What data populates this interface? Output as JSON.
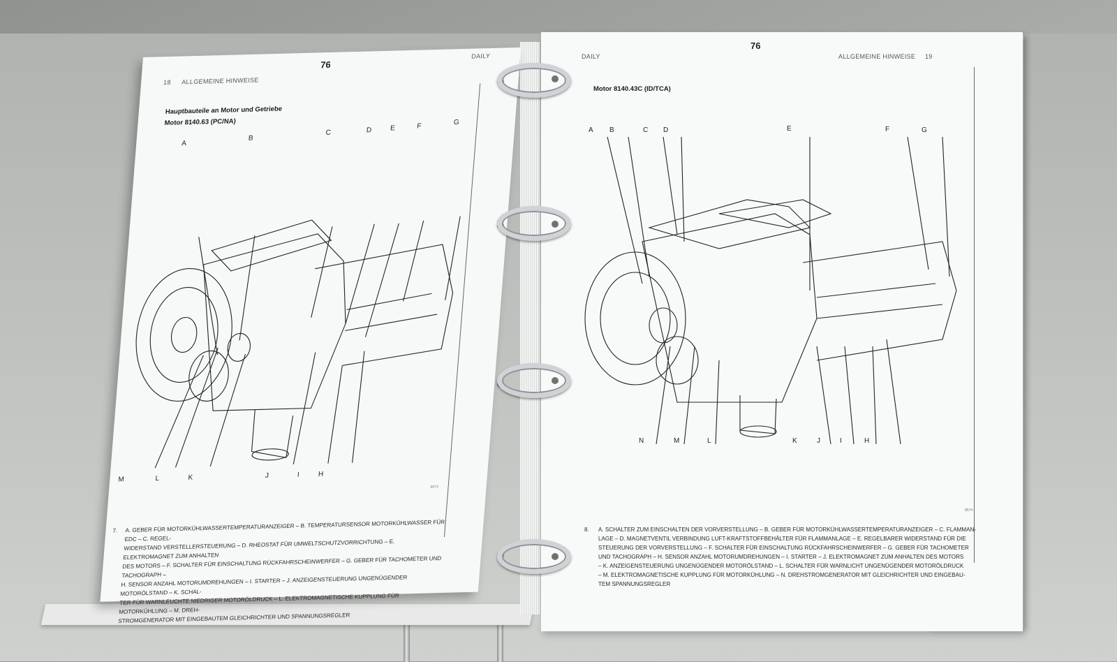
{
  "left_page": {
    "page_number": "76",
    "running_page": "18",
    "running_head": "ALLGEMEINE HINWEISE",
    "model": "DAILY",
    "section_title": "Hauptbauteile an Motor und Getriebe",
    "motor_title": "Motor 8140.63 (PC/NA)",
    "top_callouts": [
      "A",
      "B",
      "C",
      "D",
      "E",
      "F",
      "G"
    ],
    "bottom_callouts": [
      "M",
      "L",
      "K",
      "J",
      "I",
      "H"
    ],
    "figure_id": "8573",
    "caption_number": "7.",
    "caption_lines": [
      "A. GEBER FÜR MOTORKÜHLWASSERTEMPERATURANZEIGER – B. TEMPERATURSENSOR MOTORKÜHLWASSER FÜR EDC – C. REGEL-",
      "WIDERSTAND VERSTELLERSTEUERUNG – D. RHEOSTAT FÜR UMWELTSCHUTZVORRICHTUNG – E. ELEKTROMAGNET ZUM ANHALTEN",
      "DES MOTORS – F. SCHALTER FÜR EINSCHALTUNG RÜCKFAHRSCHEINWERFER – G. GEBER FÜR TACHOMETER UND TACHOGRAPH –",
      "H. SENSOR ANZAHL MOTORUMDREHUNGEN – I. STARTER – J. ANZEIGENSTEUERUNG UNGENÜGENDER MOTORÖLSTAND – K. SCHAL-",
      "TER FÜR WARNLEUCHTE NIEDRIGER MOTORÖLDRUCK – L. ELEKTROMAGNETISCHE KUPPLUNG FÜR MOTORKÜHLUNG – M. DREH-",
      "STROMGENERATOR MIT EINGEBAUTEM GLEICHRICHTER UND SPANNUNGSREGLER"
    ]
  },
  "right_page": {
    "page_number": "76",
    "running_page": "19",
    "running_head": "ALLGEMEINE HINWEISE",
    "model": "DAILY",
    "motor_title": "Motor 8140.43C (ID/TCA)",
    "top_callouts": [
      "A",
      "B",
      "C",
      "D",
      "E",
      "F",
      "G"
    ],
    "bottom_callouts": [
      "N",
      "M",
      "L",
      "K",
      "J",
      "I",
      "H"
    ],
    "figure_id": "8574",
    "caption_number": "8.",
    "caption_lines": [
      "A. SCHALTER ZUM EINSCHALTEN DER VORVERSTELLUNG – B. GEBER FÜR MOTORKÜHLWASSERTEMPERATURANZEIGER – C. FLAMMAN-",
      "LAGE – D. MAGNETVENTIL VERBINDUNG LUFT-KRAFTSTOFFBEHÄLTER FÜR FLAMMANLAGE – E. REGELBARER WIDERSTAND FÜR DIE",
      "STEUERUNG DER VORVERSTELLUNG – F. SCHALTER FÜR EINSCHALTUNG RÜCKFAHRSCHEINWERFER – G. GEBER FÜR TACHOMETER",
      "UND TACHOGRAPH – H. SENSOR ANZAHL MOTORUMDREHUNGEN – I. STARTER – J. ELEKTROMAGNET ZUM ANHALTEN DES MOTORS",
      "– K. ANZEIGENSTEUERUNG UNGENÜGENDER MOTORÖLSTAND – L. SCHALTER FÜR WARNLICHT UNGENÜGENDER MOTORÖLDRUCK",
      "– M. ELEKTROMAGNETISCHE KUPPLUNG FÜR MOTORKÜHLUNG – N. DREHSTROMGENERATOR MIT GLEICHRICHTER UND EINGEBAU-",
      "TEM SPANNUNGSREGLER"
    ]
  },
  "colors": {
    "paper": "#f7f8f8",
    "binder": "#b9bcb9",
    "ink": "#1d1d1d",
    "ring": "#cfd3d6"
  }
}
